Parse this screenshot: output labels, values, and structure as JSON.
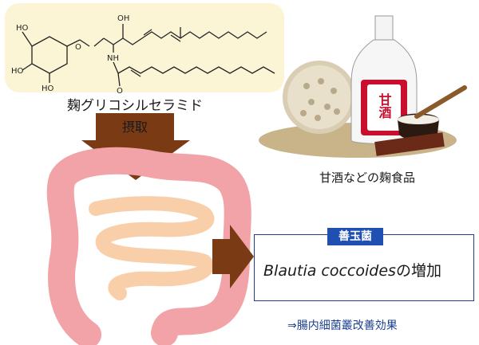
{
  "compound": {
    "name": "麹グリコシルセラミド",
    "oh_label": "OH",
    "nh_label": "NH",
    "o_label": "O",
    "ring_o_label": "O",
    "ho_labels": [
      "HO",
      "HO",
      "HO"
    ]
  },
  "intake": {
    "label": "摂取"
  },
  "food": {
    "label": "甘酒などの麹食品",
    "bottle_text": "甘酒"
  },
  "result": {
    "tag": "善玉菌",
    "bacteria": "Blautia coccoides",
    "suffix": "の増加"
  },
  "effect": {
    "text": "⇒腸内細菌叢改善効果"
  },
  "colors": {
    "arrow": "#7a3a14",
    "intestine_outer": "#f2a3a8",
    "intestine_inner": "#f8cfa9",
    "accent_blue": "#1f4fb0",
    "panel": "#fbf5d6"
  }
}
